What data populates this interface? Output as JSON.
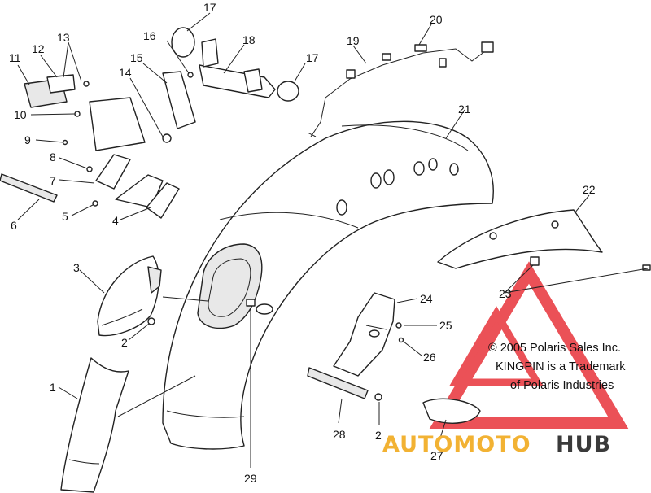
{
  "callouts": [
    {
      "id": "c17a",
      "text": "17"
    },
    {
      "id": "c16",
      "text": "16"
    },
    {
      "id": "c18",
      "text": "18"
    },
    {
      "id": "c20",
      "text": "20"
    },
    {
      "id": "c19",
      "text": "19"
    },
    {
      "id": "c17b",
      "text": "17"
    },
    {
      "id": "c13",
      "text": "13"
    },
    {
      "id": "c11",
      "text": "11"
    },
    {
      "id": "c12",
      "text": "12"
    },
    {
      "id": "c15",
      "text": "15"
    },
    {
      "id": "c14",
      "text": "14"
    },
    {
      "id": "c21",
      "text": "21"
    },
    {
      "id": "c10",
      "text": "10"
    },
    {
      "id": "c9",
      "text": "9"
    },
    {
      "id": "c8",
      "text": "8"
    },
    {
      "id": "c7",
      "text": "7"
    },
    {
      "id": "c22",
      "text": "22"
    },
    {
      "id": "c6",
      "text": "6"
    },
    {
      "id": "c5",
      "text": "5"
    },
    {
      "id": "c4",
      "text": "4"
    },
    {
      "id": "c3",
      "text": "3"
    },
    {
      "id": "c23",
      "text": "23"
    },
    {
      "id": "c24",
      "text": "24"
    },
    {
      "id": "c25",
      "text": "25"
    },
    {
      "id": "c2a",
      "text": "2"
    },
    {
      "id": "c26",
      "text": "26"
    },
    {
      "id": "c1",
      "text": "1"
    },
    {
      "id": "c28",
      "text": "28"
    },
    {
      "id": "c2b",
      "text": "2"
    },
    {
      "id": "c27",
      "text": "27"
    },
    {
      "id": "c29",
      "text": "29"
    }
  ],
  "copyright": {
    "line1": "© 2005 Polaris Sales Inc.",
    "line2": "KINGPIN is a Trademark",
    "line3": "of Polaris Industries"
  },
  "watermark": {
    "text_a": "AUTOMOTO",
    "text_b": "HUB",
    "color_primary": "#e8333a",
    "color_secondary": "#f2b233",
    "color_dark": "#3a3a3a"
  }
}
